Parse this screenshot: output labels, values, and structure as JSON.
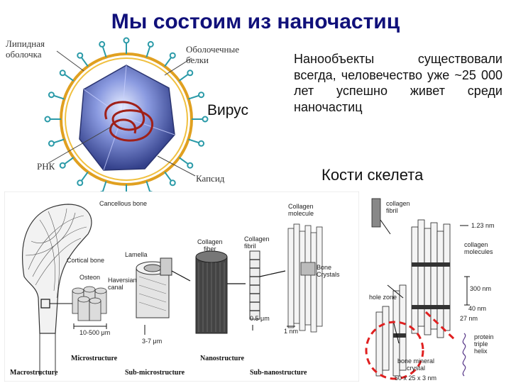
{
  "title": "Мы состоим из наночастиц",
  "virus": {
    "label_lipid": "Липидная\nоболочка",
    "label_proteins": "Оболочечные\nбелки",
    "label_rna": "РНК",
    "label_capsid": "Капсид",
    "label_virus": "Вирус"
  },
  "paragraph": "Нанообъекты существовали всегда, человечество уже ~25 000 лет успешно живет среди наночастиц",
  "bones_title": "Кости скелета",
  "bone_left": {
    "cancellous": "Cancellous bone",
    "cortical": "Cortical bone",
    "osteon": "Osteon",
    "haversian": "Haversian\ncanal",
    "lamella": "Lamella",
    "collagen_fiber": "Collagen\nfiber",
    "collagen_fibril": "Collagen\nfibril",
    "collagen_molecule": "Collagen\nmolecule",
    "bone_crystals": "Bone\nCrystals",
    "scale_1": "10-500 μm",
    "scale_2": "3-7 μm",
    "scale_3": "0.5 μm",
    "scale_4": "1 nm",
    "microstructure": "Microstructure",
    "nanostructure": "Nanostructure",
    "macrostructure": "Macrostructure",
    "sub_microstructure": "Sub-microstructure",
    "sub_nanostructure": "Sub-nanostructure"
  },
  "bone_right": {
    "collagen_fibril": "collagen\nfibril",
    "d123": "1.23 nm",
    "collagen_molecules": "collagen\nmolecules",
    "hole_zone": "hole zone",
    "d300": "300 nm",
    "d40": "40 nm",
    "d27": "27 nm",
    "protein_helix": "protein\ntriple\nhelix",
    "mineral_crystal": "bone mineral\ncrystal",
    "crystal_size": "50 x 25 x 3 nm"
  },
  "colors": {
    "title": "#10107a",
    "lipid_ring": "#e0a020",
    "protein": "#2a9aa8",
    "capsid": "#6a78c8",
    "rna": "#a02018",
    "dashed_circle": "#e02020"
  }
}
